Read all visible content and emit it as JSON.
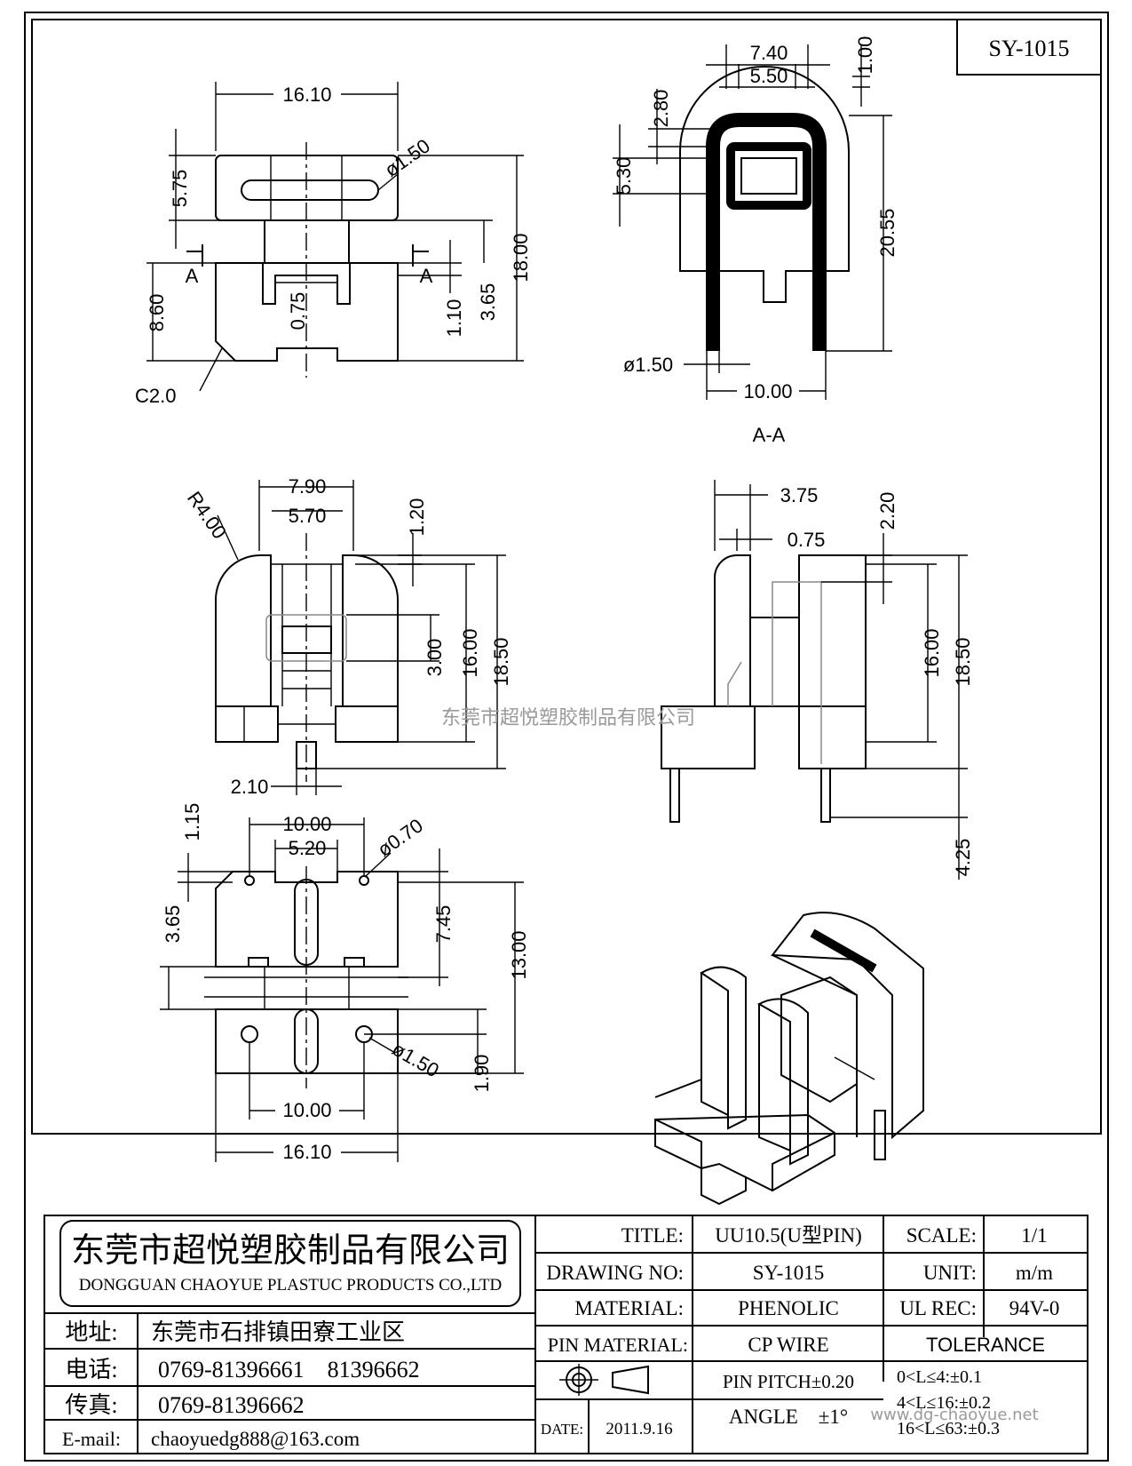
{
  "drawing_no_box": "SY-1015",
  "section_label": "A-A",
  "section_marker": "A",
  "watermark": "东莞市超悦塑胶制品有限公司",
  "watermark_url": "www.dg-chaoyue.net",
  "views": {
    "top_left": {
      "w": "16.10",
      "d1": "5.75",
      "d2": "8.60",
      "d3": "18.00",
      "d4": "3.65",
      "d5": "1.10",
      "d6": "0.75",
      "hole": "ø1.50",
      "chamfer": "C2.0"
    },
    "top_right": {
      "d1": "7.40",
      "d2": "5.50",
      "d3": "1.00",
      "d4": "2.80",
      "d5": "5.30",
      "d6": "20.55",
      "pin": "ø1.50",
      "pitch": "10.00"
    },
    "mid_left": {
      "r": "R4.00",
      "d1": "7.90",
      "d2": "5.70",
      "d3": "1.20",
      "d4": "3.00",
      "d5": "16.00",
      "d6": "18.50",
      "d7": "2.10"
    },
    "mid_right": {
      "d1": "3.75",
      "d2": "0.75",
      "d3": "2.20",
      "d4": "16.00",
      "d5": "18.50",
      "d6": "4.25"
    },
    "bottom_left": {
      "d1": "1.15",
      "d2": "10.00",
      "d3": "5.20",
      "hole_small": "ø0.70",
      "d4": "3.65",
      "d5": "7.45",
      "d6": "13.00",
      "hole_big": "ø1.50",
      "d7": "1.90",
      "d8": "10.00",
      "d9": "16.10"
    }
  },
  "company": {
    "name_cn": "东莞市超悦塑胶制品有限公司",
    "name_en": "DONGGUAN CHAOYUE PLASTUC PRODUCTS CO.,LTD"
  },
  "contact": [
    {
      "label": "地址:",
      "value": "东莞市石排镇田寮工业区"
    },
    {
      "label": "电话:",
      "value": "0769-81396661　81396662"
    },
    {
      "label": "传真:",
      "value": "0769-81396662"
    },
    {
      "label": "E-mail:",
      "value": "chaoyuedg888@163.com"
    }
  ],
  "title_block": {
    "title_label": "TITLE:",
    "title_value": "UU10.5(U型PIN)",
    "drawing_label": "DRAWING NO:",
    "drawing_value": "SY-1015",
    "material_label": "MATERIAL:",
    "material_value": "PHENOLIC",
    "pin_material_label": "PIN MATERIAL:",
    "pin_material_value": "CP WIRE",
    "pin_pitch": "PIN PITCH±0.20",
    "date_label": "DATE:",
    "date_value": "2011.9.16",
    "angle": "ANGLE　±1°",
    "scale_label": "SCALE:",
    "scale_value": "1/1",
    "unit_label": "UNIT:",
    "unit_value": "m/m",
    "ul_label": "UL REC:",
    "ul_value": "94V-0",
    "tolerance_label": "TOLERANCE",
    "tolerances": [
      "0<L≤4:±0.1",
      "4<L≤16:±0.2",
      "16<L≤63:±0.3"
    ]
  }
}
